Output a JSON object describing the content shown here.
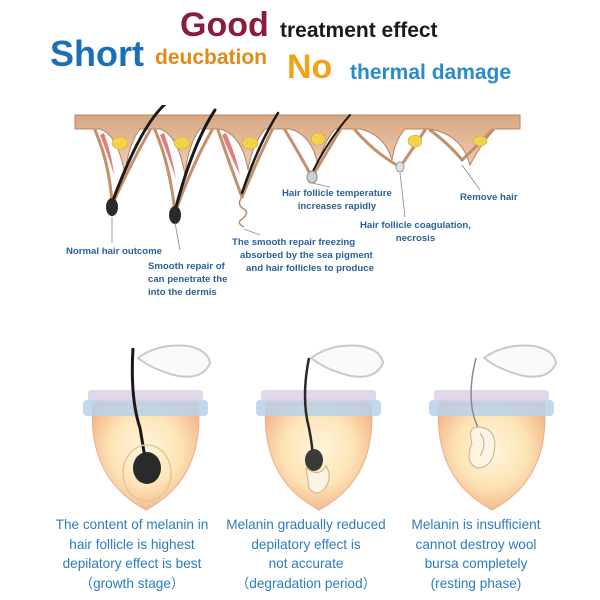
{
  "headline": {
    "good": "Good",
    "treatment_effect": "treatment effect",
    "short": "Short",
    "deucbation": "deucbation",
    "no": "No",
    "thermal_damage": "thermal damage"
  },
  "colors": {
    "good": "#8a1c3c",
    "dark_text": "#1a1a1a",
    "short": "#1b6fb5",
    "deucbation": "#e38a15",
    "no": "#f2a11a",
    "thermal_damage": "#2a8bc8",
    "top_label": "#2c5f96",
    "bottom_text": "#2c7cc0"
  },
  "top_labels": {
    "normal": [
      "Normal hair outcome"
    ],
    "smooth_repair": [
      "Smooth repair of",
      "can penetrate the",
      "into the dermis"
    ],
    "freezing": [
      "The smooth repair freezing",
      "absorbed by the sea pigment",
      "and hair follicles to produce"
    ],
    "temperature": [
      "Hair follicle temperature",
      "increases rapidly"
    ],
    "coagulation": [
      "Hair follicle coagulation,",
      "necrosis"
    ],
    "remove": [
      "Remove hair"
    ]
  },
  "stages": [
    {
      "lines": [
        "The content of melanin in",
        "hair follicle is highest",
        "depilatory effect is best",
        "（growth stage）"
      ],
      "melanin": 1.0
    },
    {
      "lines": [
        "Melanin gradually reduced",
        "depilatory effect is",
        "not accurate",
        "（degradation period）"
      ],
      "melanin": 0.5
    },
    {
      "lines": [
        "Melanin is insufficient",
        "cannot destroy wool",
        "bursa completely",
        "(resting phase)"
      ],
      "melanin": 0.1
    }
  ]
}
